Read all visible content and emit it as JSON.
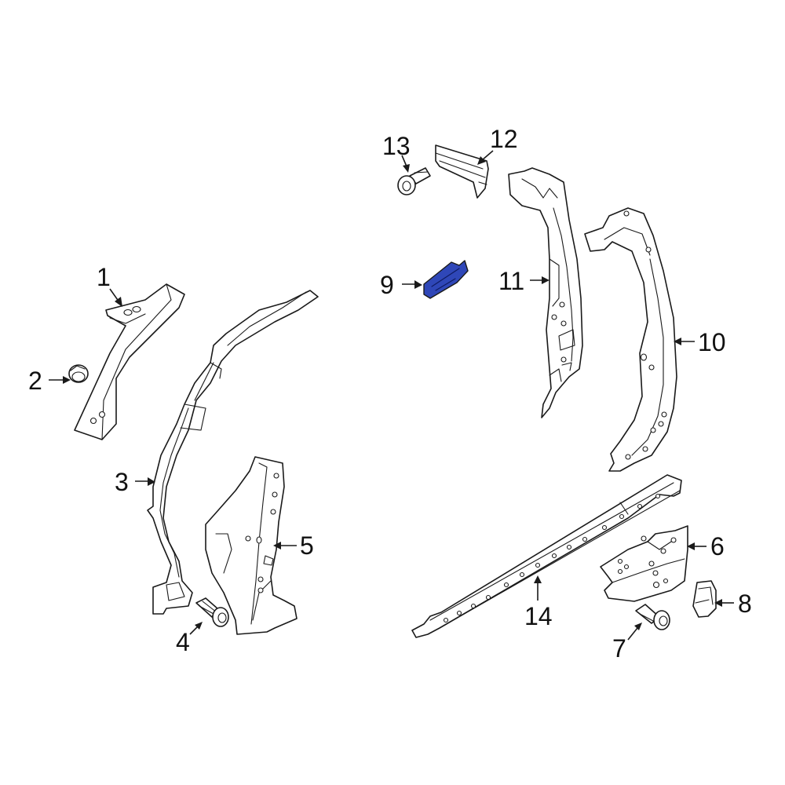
{
  "diagram": {
    "highlight_color": "#2f47b8",
    "line_color": "#1a1a1a",
    "highlighted_part": "9",
    "callouts": [
      {
        "id": "1",
        "label": "1"
      },
      {
        "id": "2",
        "label": "2"
      },
      {
        "id": "3",
        "label": "3"
      },
      {
        "id": "4",
        "label": "4"
      },
      {
        "id": "5",
        "label": "5"
      },
      {
        "id": "6",
        "label": "6"
      },
      {
        "id": "7",
        "label": "7"
      },
      {
        "id": "8",
        "label": "8"
      },
      {
        "id": "9",
        "label": "9"
      },
      {
        "id": "10",
        "label": "10"
      },
      {
        "id": "11",
        "label": "11"
      },
      {
        "id": "12",
        "label": "12"
      },
      {
        "id": "13",
        "label": "13"
      },
      {
        "id": "14",
        "label": "14"
      }
    ]
  }
}
